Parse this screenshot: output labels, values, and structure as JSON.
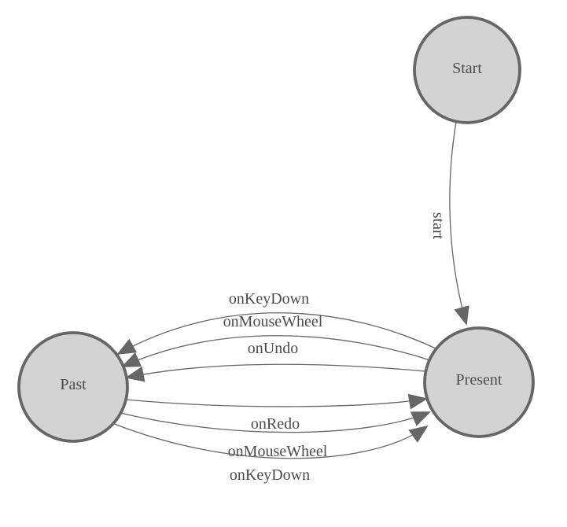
{
  "diagram": {
    "type": "state-machine",
    "colors": {
      "background": "#ffffff",
      "node_fill": "#d3d3d3",
      "node_stroke": "#666666",
      "edge_stroke": "#666666",
      "arrowhead_fill": "#666666",
      "label_text": "#4c4c4c"
    },
    "nodes": {
      "start": {
        "label": "Start"
      },
      "present": {
        "label": "Present"
      },
      "past": {
        "label": "Past"
      }
    },
    "edges": {
      "start_to_present": {
        "from": "Start",
        "to": "Present",
        "label": "start"
      },
      "present_to_past": [
        {
          "from": "Present",
          "to": "Past",
          "label": "onKeyDown"
        },
        {
          "from": "Present",
          "to": "Past",
          "label": "onMouseWheel"
        },
        {
          "from": "Present",
          "to": "Past",
          "label": "onUndo"
        }
      ],
      "past_to_present": [
        {
          "from": "Past",
          "to": "Present",
          "label": "onRedo"
        },
        {
          "from": "Past",
          "to": "Present",
          "label": "onMouseWheel"
        },
        {
          "from": "Past",
          "to": "Present",
          "label": "onKeyDown"
        }
      ]
    }
  }
}
